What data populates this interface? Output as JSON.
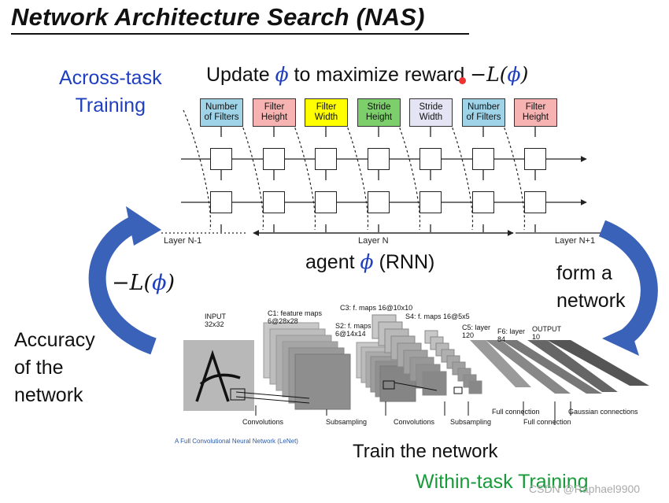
{
  "title": "Network Architecture Search (NAS)",
  "across_task": [
    "Across-task",
    "Training"
  ],
  "update_text": {
    "prefix": "Update ",
    "phi": "ϕ",
    "mid": " to maximize reward ",
    "neg_l": "−L(",
    "phi2": "ϕ",
    "close": ")"
  },
  "controller_boxes": [
    {
      "lines": [
        "Number",
        "of Filters"
      ],
      "color": "#9fd3e8"
    },
    {
      "lines": [
        "Filter",
        "Height"
      ],
      "color": "#f7b2b2"
    },
    {
      "lines": [
        "Filter",
        "Width"
      ],
      "color": "#ffff00"
    },
    {
      "lines": [
        "Stride",
        "Height"
      ],
      "color": "#7ccf6a"
    },
    {
      "lines": [
        "Stride",
        "Width"
      ],
      "color": "#e4e4f4"
    },
    {
      "lines": [
        "Number",
        "of Filters"
      ],
      "color": "#9fd3e8"
    },
    {
      "lines": [
        "Filter",
        "Height"
      ],
      "color": "#f7b2b2"
    }
  ],
  "layer_labels": {
    "left": "Layer N-1",
    "middle": "Layer N",
    "right": "Layer N+1"
  },
  "agent_text": {
    "prefix": "agent ",
    "phi": "ϕ",
    "suffix": " (RNN)"
  },
  "neg_loss_left": {
    "neg_l": "−L(",
    "phi": "ϕ",
    "close": ")"
  },
  "accuracy_text": [
    "Accuracy",
    "of the",
    "network"
  ],
  "form_network": [
    "form a",
    "network"
  ],
  "lenet": {
    "input": [
      "INPUT",
      "32x32"
    ],
    "c1": [
      "C1: feature maps",
      "6@28x28"
    ],
    "s2": [
      "S2: f. maps",
      "6@14x14"
    ],
    "c3": "C3: f. maps 16@10x10",
    "s4": "S4: f. maps 16@5x5",
    "c5": [
      "C5: layer",
      "120"
    ],
    "f6": [
      "F6: layer",
      "84"
    ],
    "output": [
      "OUTPUT",
      "10"
    ],
    "bottom": {
      "convolutions1": "Convolutions",
      "subsampling1": "Subsampling",
      "convolutions2": "Convolutions",
      "subsampling2": "Subsampling",
      "full1": "Full connection",
      "full2": "Full connection",
      "gaussian": "Gaussian connections"
    },
    "caption": "A Full Convolutional Neural Network (LeNet)"
  },
  "train_network": "Train the network",
  "within_task": "Within-task Training",
  "watermark": "CSDN @Raphael9900"
}
